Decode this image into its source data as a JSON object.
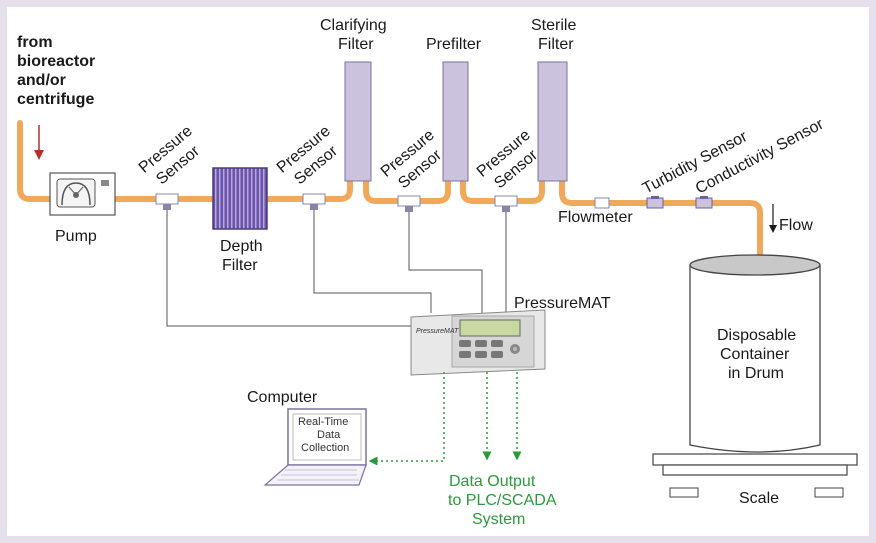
{
  "source": {
    "lines": [
      "from",
      "bioreactor",
      "and/or",
      "centrifuge"
    ]
  },
  "pump": {
    "label": "Pump"
  },
  "depth_filter": {
    "lines": [
      "Depth",
      "Filter"
    ]
  },
  "pressure_sensor": {
    "line1": "Pressure",
    "line2": "Sensor"
  },
  "clarifying_filter": {
    "lines": [
      "Clarifying",
      "Filter"
    ]
  },
  "prefilter": {
    "label": "Prefilter"
  },
  "sterile_filter": {
    "lines": [
      "Sterile",
      "Filter"
    ]
  },
  "flowmeter": {
    "label": "Flowmeter"
  },
  "turbidity_sensor": {
    "label": "Turbidity Sensor"
  },
  "conductivity_sensor": {
    "label": "Conductivity Sensor"
  },
  "flow": {
    "label": "Flow"
  },
  "container": {
    "lines": [
      "Disposable",
      "Container",
      "in Drum"
    ]
  },
  "scale": {
    "label": "Scale"
  },
  "pressuremat": {
    "label": "PressureMAT"
  },
  "computer": {
    "label": "Computer",
    "screen_lines": [
      "Real-Time",
      "Data",
      "Collection"
    ]
  },
  "data_output": {
    "lines": [
      "Data Output",
      "to PLC/SCADA",
      "System"
    ]
  },
  "colors": {
    "tubing": "#f0a95a",
    "filter": "#cbc3dd",
    "depth_filter": "#6a55a8",
    "signal": "#2b9a3a",
    "frame": "#e6e0ec"
  }
}
